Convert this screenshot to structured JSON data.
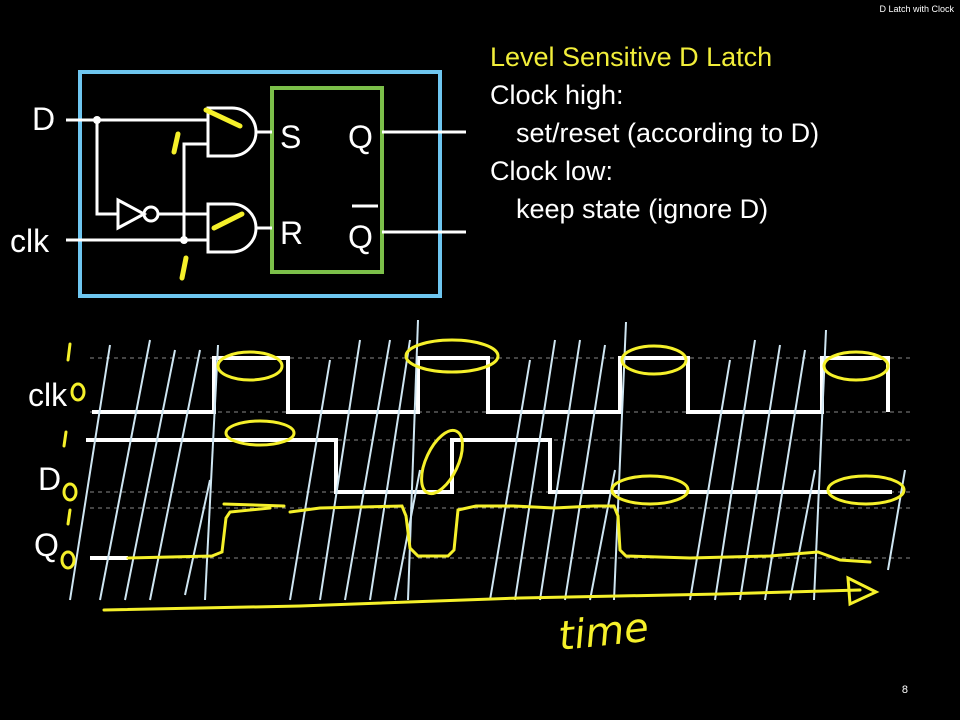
{
  "header": {
    "title": "D Latch with Clock"
  },
  "slide": {
    "page_number": "8"
  },
  "notes": {
    "heading": "Level Sensitive D Latch",
    "line1": "Clock high:",
    "line2": "set/reset (according to D)",
    "line3": "Clock low:",
    "line4": "keep state (ignore D)"
  },
  "circuit": {
    "input_d": "D",
    "input_clk": "clk",
    "sr_s": "S",
    "sr_r": "R",
    "out_q": "Q",
    "out_qbar": "Q"
  },
  "timing": {
    "row_clk": "clk",
    "row_d": "D",
    "row_q": "Q"
  },
  "annotations": {
    "time_label": "time",
    "one": "1",
    "zero": "0"
  },
  "colors": {
    "background": "#000000",
    "latch_box": "#6ec6f0",
    "sr_box": "#7cc04a",
    "heading": "#f2ee3a",
    "ink": "#f5f02a",
    "hatch": "#cfe6f2",
    "guide": "#888888"
  }
}
